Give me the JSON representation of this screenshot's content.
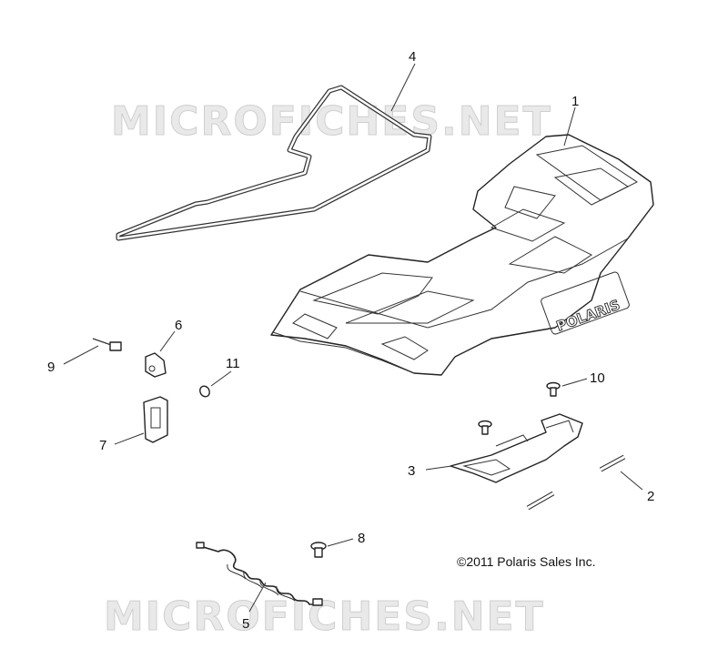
{
  "watermark": {
    "text": "MICROFICHES.NET"
  },
  "copyright": "©2011 Polaris Sales Inc.",
  "brand_logo_text": "POLARIS",
  "callouts": [
    "1",
    "2",
    "3",
    "4",
    "5",
    "6",
    "7",
    "8",
    "9",
    "10",
    "11"
  ]
}
